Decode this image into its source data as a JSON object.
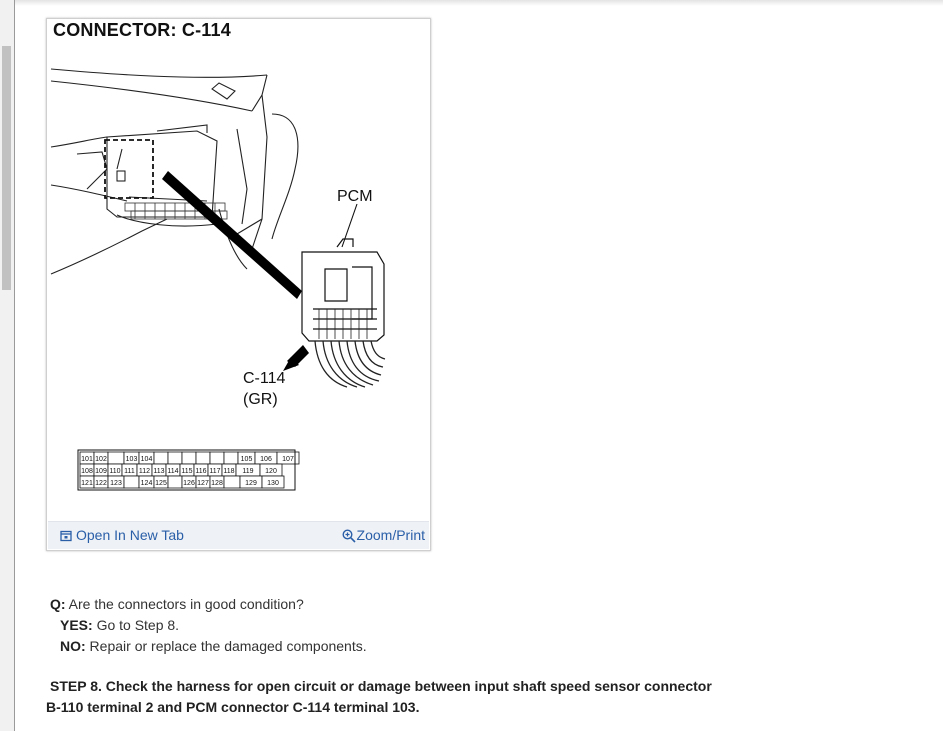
{
  "figure": {
    "title": "CONNECTOR: C-114",
    "labels": {
      "pcm": "PCM",
      "connector": "C-114",
      "color_code": "(GR)"
    },
    "pinout": {
      "rows": [
        [
          "101",
          "102",
          "",
          "103",
          "104",
          "",
          "",
          "",
          "",
          "",
          "",
          "105",
          "106",
          "107"
        ],
        [
          "108",
          "109",
          "110",
          "111",
          "112",
          "113",
          "114",
          "115",
          "116",
          "117",
          "118",
          "119",
          "120"
        ],
        [
          "121",
          "122",
          "123",
          "",
          "124",
          "125",
          "",
          "126",
          "127",
          "128",
          "",
          "129",
          "130"
        ]
      ]
    },
    "actions": {
      "open_new_tab": "Open In New Tab",
      "zoom_print": "Zoom/Print"
    },
    "link_color": "#2a5fa8"
  },
  "qa": {
    "q_label": "Q:",
    "q_text": " Are the connectors in good condition?",
    "yes_label": "YES:",
    "yes_text": " Go to Step 8.",
    "no_label": "NO:",
    "no_text": " Repair or replace the damaged components."
  },
  "step": {
    "line1": "STEP 8. Check the harness for open circuit or damage between input shaft speed sensor connector",
    "line2": "B-110 terminal 2 and PCM connector C-114 terminal 103."
  }
}
